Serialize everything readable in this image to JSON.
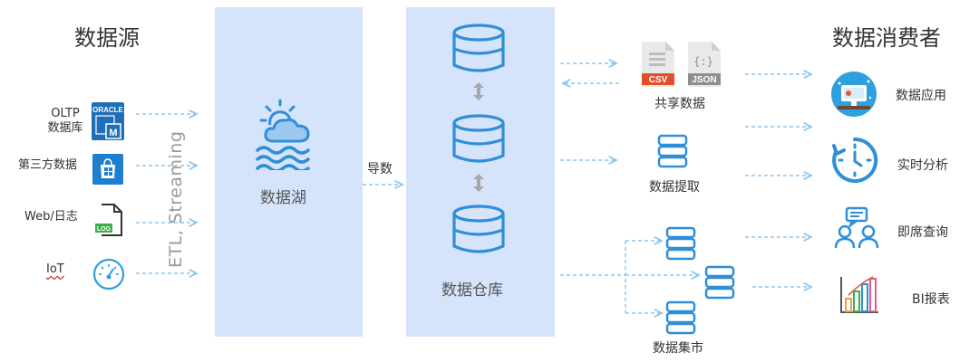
{
  "headings": {
    "sources": "数据源",
    "consumers": "数据消费者"
  },
  "sources": [
    {
      "label": "OLTP\n数据库",
      "icon": "oracle-database-icon",
      "badge_top": "ORACLE",
      "badge_bottom": "M"
    },
    {
      "label": "第三方数据",
      "icon": "windows-store-icon"
    },
    {
      "label": "Web/日志",
      "icon": "log-file-icon",
      "badge": "LOG"
    },
    {
      "label": "IoT",
      "icon": "gauge-icon"
    }
  ],
  "ingest_label": "ETL, Streaming",
  "lake": {
    "label": "数据湖",
    "icon": "weather-lake-icon"
  },
  "export_label": "导数",
  "warehouse": {
    "label": "数据仓库",
    "icon": "database-stack-icon"
  },
  "outputs": {
    "share": {
      "label": "共享数据",
      "csv": "CSV",
      "json": "JSON",
      "json_glyph": "{:}"
    },
    "extract": {
      "label": "数据提取"
    },
    "mart": {
      "label": "数据集市"
    }
  },
  "consumers": [
    {
      "label": "数据应用",
      "icon": "desktop-app-icon"
    },
    {
      "label": "实时分析",
      "icon": "clock-icon"
    },
    {
      "label": "即席查询",
      "icon": "people-chat-icon"
    },
    {
      "label": "BI报表",
      "icon": "bar-chart-icon"
    }
  ],
  "colors": {
    "panel": "#d6e4fb",
    "accent": "#2e8fd8",
    "connector": "#8cc6f0",
    "csv": "#e2502a",
    "json": "#8f8f8f"
  }
}
